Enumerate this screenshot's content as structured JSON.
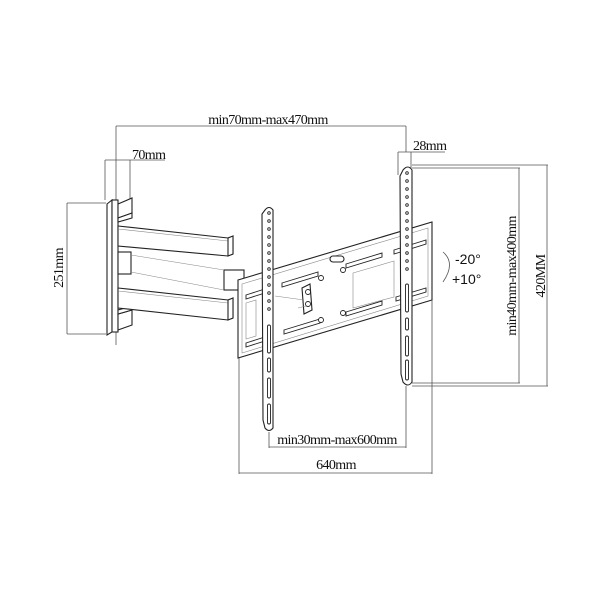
{
  "diagram": {
    "subject": "Full-motion articulating TV wall mount",
    "dimensions": {
      "arm_extension": "min70mm-max470mm",
      "wall_plate_depth": "70mm",
      "wall_plate_height": "251mm",
      "bracket_depth": "28mm",
      "vertical_mounting": "min40mm-max400mm",
      "bracket_height": "420MM",
      "horizontal_mounting": "min30mm-max600mm",
      "bracket_width": "640mm"
    },
    "tilt": {
      "down": "-20°",
      "up": "+10°"
    },
    "colors": {
      "line": "#222222",
      "dimension_line": "#555555",
      "background": "#ffffff"
    }
  }
}
